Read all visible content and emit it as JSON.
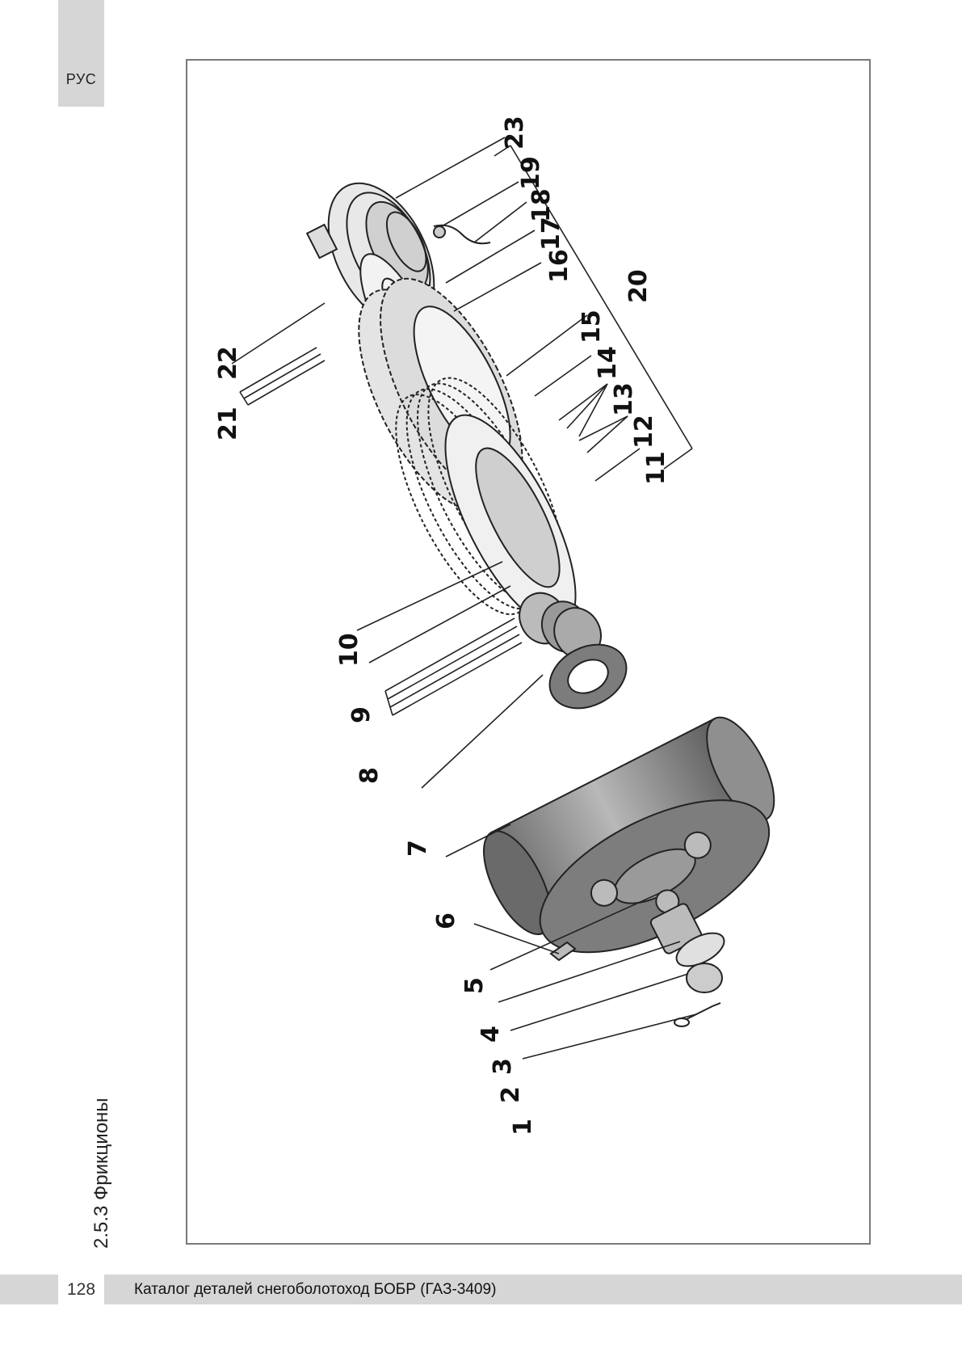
{
  "language_tab": "РУС",
  "section_title": "2.5.3 Фрикционы",
  "page_number": "128",
  "footer_title": "Каталог деталей снегоболотоход БОБР (ГАЗ-3409)",
  "callouts": [
    "1",
    "2",
    "3",
    "4",
    "5",
    "6",
    "7",
    "8",
    "9",
    "10",
    "11",
    "12",
    "13",
    "14",
    "15",
    "16",
    "17",
    "18",
    "19",
    "20",
    "21",
    "22",
    "23"
  ]
}
